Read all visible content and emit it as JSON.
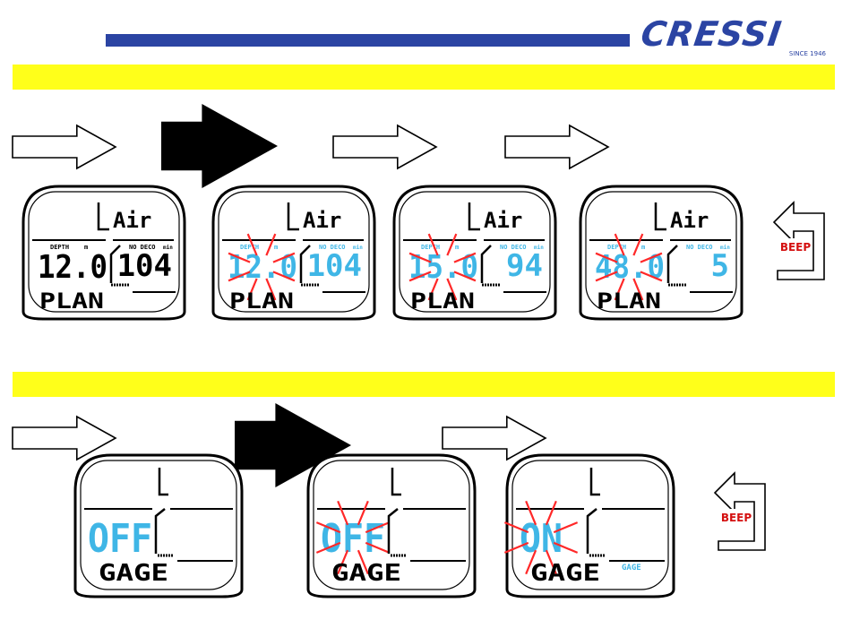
{
  "brand": {
    "name": "CRESSI",
    "tagline": "SINCE 1946"
  },
  "colors": {
    "accent_blue": "#2b44a3",
    "highlight_yellow": "#ffff1a",
    "lcd_cyan": "#3fb6e6",
    "blink_red": "#ff2828"
  },
  "plan_row": {
    "screens": [
      {
        "gas": "Air",
        "depth_label": "DEPTH",
        "depth_unit": "m",
        "depth": "12.0",
        "ndl_label": "NO DECO",
        "ndl_unit": "min",
        "ndl": "104",
        "mode": "PLAN",
        "blinking": false
      },
      {
        "gas": "Air",
        "depth_label": "DEPTH",
        "depth_unit": "m",
        "depth": "12.0",
        "ndl_label": "NO DECO",
        "ndl_unit": "min",
        "ndl": "104",
        "mode": "PLAN",
        "blinking": true
      },
      {
        "gas": "Air",
        "depth_label": "DEPTH",
        "depth_unit": "m",
        "depth": "15.0",
        "ndl_label": "NO DECO",
        "ndl_unit": "min",
        "ndl": "94",
        "mode": "PLAN",
        "blinking": true
      },
      {
        "gas": "Air",
        "depth_label": "DEPTH",
        "depth_unit": "m",
        "depth": "48.0",
        "ndl_label": "NO DECO",
        "ndl_unit": "min",
        "ndl": "5",
        "mode": "PLAN",
        "blinking": true
      }
    ],
    "arrows": [
      "outline",
      "filled",
      "outline",
      "outline"
    ],
    "return_label": "BEEP"
  },
  "gage_row": {
    "screens": [
      {
        "value": "OFF",
        "mode": "GAGE",
        "sub_label": "",
        "blinking": false
      },
      {
        "value": "OFF",
        "mode": "GAGE",
        "sub_label": "",
        "blinking": true
      },
      {
        "value": "ON",
        "mode": "GAGE",
        "sub_label": "GAGE",
        "blinking": true
      }
    ],
    "arrows": [
      "outline",
      "filled",
      "outline"
    ],
    "return_label": "BEEP"
  }
}
